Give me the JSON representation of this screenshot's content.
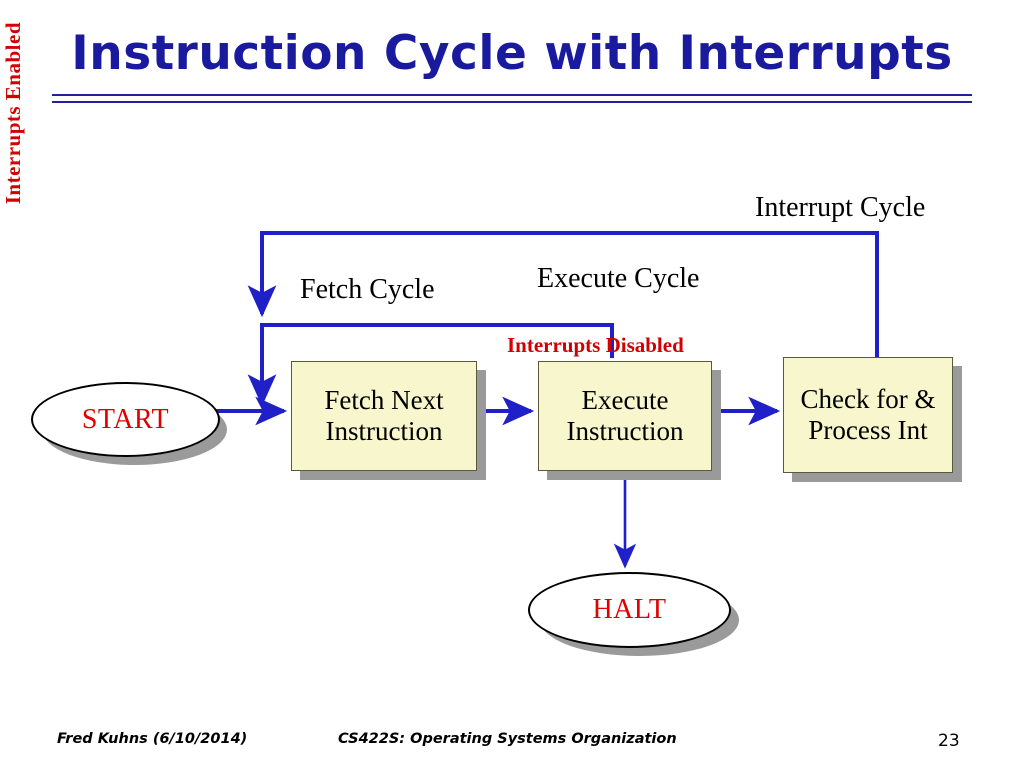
{
  "slide": {
    "title": "Instruction Cycle with Interrupts",
    "accent_blue": "#2020c8",
    "title_blue": "#1a1a9e",
    "red": "#d20000",
    "box_fill": "#f8f6cd",
    "shadow_gray": "#9a9a9a"
  },
  "diagram": {
    "type": "flowchart",
    "terminators": [
      {
        "id": "start",
        "label": "START"
      },
      {
        "id": "halt",
        "label": "HALT"
      }
    ],
    "boxes": [
      {
        "id": "fetch",
        "line1": "Fetch Next",
        "line2": "Instruction"
      },
      {
        "id": "execute",
        "line1": "Execute",
        "line2": "Instruction"
      },
      {
        "id": "check",
        "line1": "Check for &",
        "line2": "Process Int"
      }
    ],
    "labels": {
      "interrupt_cycle": "Interrupt Cycle",
      "execute_cycle": "Execute Cycle",
      "fetch_cycle": "Fetch Cycle",
      "interrupts_disabled": "Interrupts Disabled",
      "interrupts_enabled": "Interrupts Enabled"
    },
    "edges": [
      {
        "from": "start",
        "to": "fetch"
      },
      {
        "from": "fetch",
        "to": "execute"
      },
      {
        "from": "execute",
        "to": "check"
      },
      {
        "from": "execute",
        "to": "halt"
      },
      {
        "from": "check",
        "to": "fetch",
        "note": "interrupt cycle return loop"
      }
    ]
  },
  "footer": {
    "author": "Fred Kuhns (6/10/2014)",
    "course": "CS422S: Operating Systems Organization",
    "page": "23"
  }
}
